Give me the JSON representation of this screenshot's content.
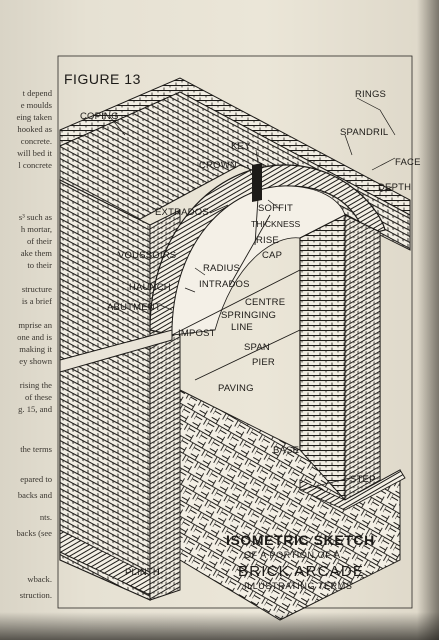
{
  "left_column_fragments": [
    "t depend",
    "e moulds",
    "eing taken",
    "hooked as",
    "concrete.",
    "will bed it",
    "l concrete",
    "s³ such as",
    "h mortar,",
    "of their",
    "ake them",
    "to their",
    "structure",
    "is a brief",
    "mprise an",
    "one and is",
    "making it",
    "ey shown",
    "rising the",
    "of these",
    "g. 15, and",
    "the terms",
    "epared to",
    "backs and",
    "nts.",
    "backs (see",
    "wback.",
    "struction."
  ],
  "figure": {
    "number": "FIGURE 13",
    "labels": {
      "coping": "COPING",
      "rings": "RINGS",
      "key": "KEY",
      "crown": "CROWN",
      "spandril": "SPANDRIL",
      "face": "FACE",
      "soffit": "SOFFIT",
      "depth": "DEPTH",
      "extrados": "EXTRADOS",
      "thickness": "THICKNESS",
      "rise": "RISE",
      "cap": "CAP",
      "voussoirs": "VOUSSOIRS",
      "radius": "RADIUS",
      "haunch": "HAUNCH",
      "intrados": "INTRADOS",
      "centre": "CENTRE",
      "abutment": "ABUTMENT",
      "springing_line_1": "SPRINGING",
      "springing_line_2": "LINE",
      "impost": "IMPOST",
      "span": "SPAN",
      "pier": "PIER",
      "paving": "PAVING",
      "base": "BASE",
      "step": "STEP",
      "plinth": "PLINTH"
    },
    "caption": {
      "line1": "ISOMETRIC SKETCH",
      "line2": "OF A PORTION OF A",
      "line3": "BRICK ARCADE",
      "line4": "ILLUSTRATING TERMS"
    }
  }
}
